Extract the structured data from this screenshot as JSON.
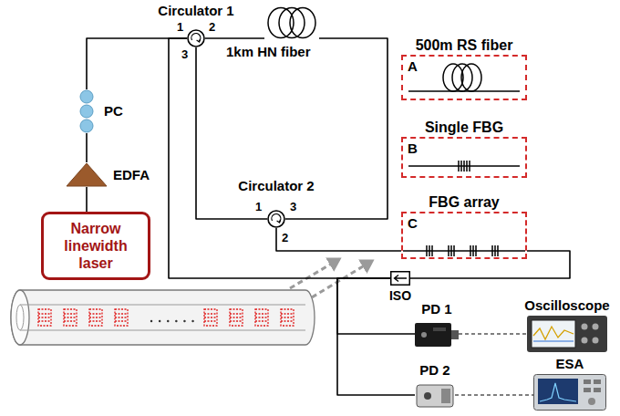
{
  "diagram": {
    "nodes": [
      {
        "text": [
          "Circulator 1"
        ]
      },
      {
        "text": [
          "1km HN fiber"
        ]
      },
      {
        "text": [
          "500m RS fiber",
          "A"
        ]
      },
      {
        "text": [
          "Single FBG",
          "B"
        ]
      },
      {
        "text": [
          "Circulator 2"
        ]
      },
      {
        "text": [
          "FBG array",
          "C"
        ]
      },
      {
        "text": [
          "PC"
        ]
      },
      {
        "text": [
          "EDFA"
        ]
      },
      {
        "text": [
          "Narrow linewidth laser"
        ]
      },
      {
        "text": [
          "ISO"
        ]
      },
      {
        "text": [
          "PD 1"
        ]
      },
      {
        "text": [
          "Oscilloscope"
        ]
      },
      {
        "text": [
          "PD 2"
        ]
      },
      {
        "text": [
          "ESA"
        ]
      }
    ],
    "edges": [
      {
        "from": 8,
        "to": 7,
        "arrow": "none"
      },
      {
        "from": 7,
        "to": 6,
        "arrow": "none"
      },
      {
        "from": 6,
        "to": 0,
        "arrow": "none"
      },
      {
        "from": 0,
        "to": 1,
        "arrow": "none"
      },
      {
        "from": 1,
        "to": 4,
        "arrow": "none"
      },
      {
        "from": 0,
        "to": 4,
        "arrow": "none"
      },
      {
        "from": 4,
        "to": 5,
        "arrow": "none"
      },
      {
        "from": 5,
        "to": 9,
        "arrow": "none"
      },
      {
        "from": 9,
        "to": 0,
        "arrow": "none"
      },
      {
        "from": 9,
        "to": 10,
        "arrow": "none"
      },
      {
        "from": 9,
        "to": 12,
        "arrow": "none"
      },
      {
        "from": 10,
        "to": 11,
        "arrow": "none"
      },
      {
        "from": 12,
        "to": 13,
        "arrow": "none"
      }
    ],
    "labels": [
      "1",
      "2",
      "3",
      "1",
      "3",
      "2"
    ]
  }
}
